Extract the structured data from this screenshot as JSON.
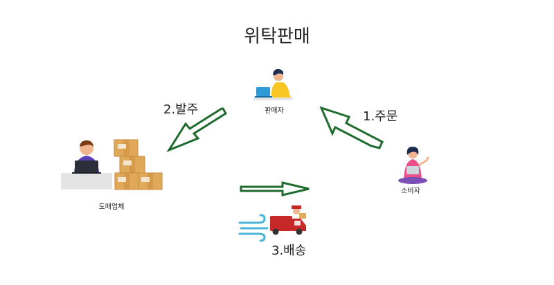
{
  "title": "위탁판매",
  "nodes": {
    "seller": "판매자",
    "consumer": "소비자",
    "wholesaler": "도매업체"
  },
  "steps": {
    "order": "1.주문",
    "place_order": "2.발주",
    "delivery": "3.배송"
  },
  "colors": {
    "arrow_fill": "#ffffff",
    "arrow_stroke": "#1f6b2e",
    "truck": "#c62828",
    "box": "#e0a95a",
    "wind": "#47b4d8",
    "seller_shirt": "#f7c623",
    "consumer_shirt": "#ec4f8a",
    "desk": "#e4e4e4"
  }
}
